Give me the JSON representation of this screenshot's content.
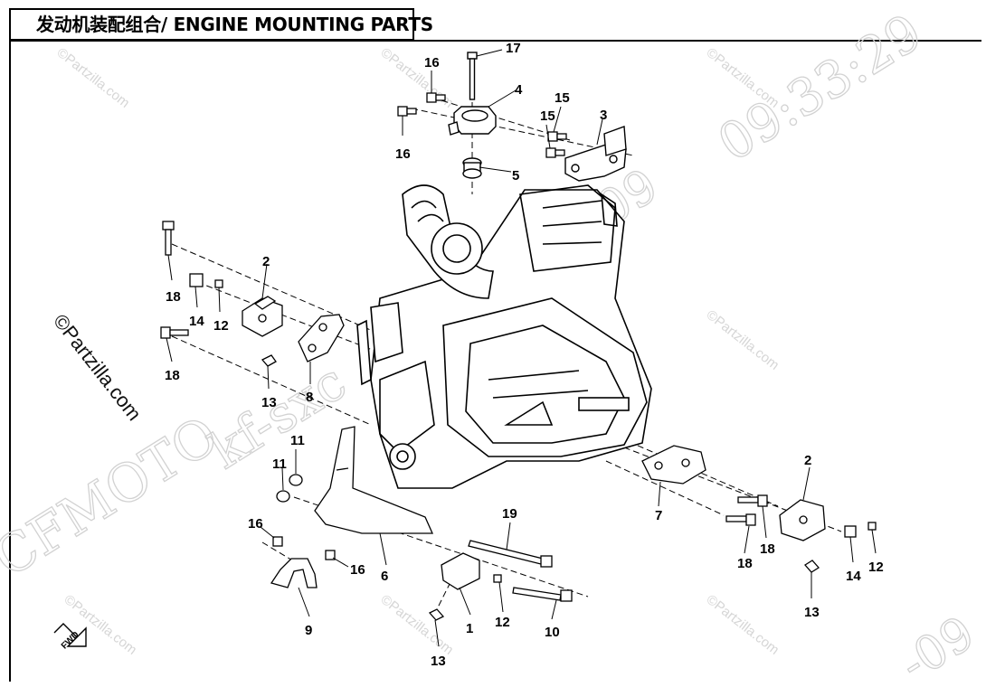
{
  "page_title": "发动机装配组合/ ENGINE MOUNTING PARTS",
  "watermarks": {
    "brand": "CFMOTO",
    "model": "kf-sxc",
    "time": "09:33:29",
    "code": "-09",
    "copyright": "©Partzilla.com"
  },
  "fwd_label": "FWD",
  "callouts": [
    "1",
    "2",
    "3",
    "4",
    "5",
    "6",
    "7",
    "8",
    "9",
    "10",
    "11",
    "12",
    "13",
    "14",
    "15",
    "16",
    "17",
    "18",
    "19"
  ]
}
